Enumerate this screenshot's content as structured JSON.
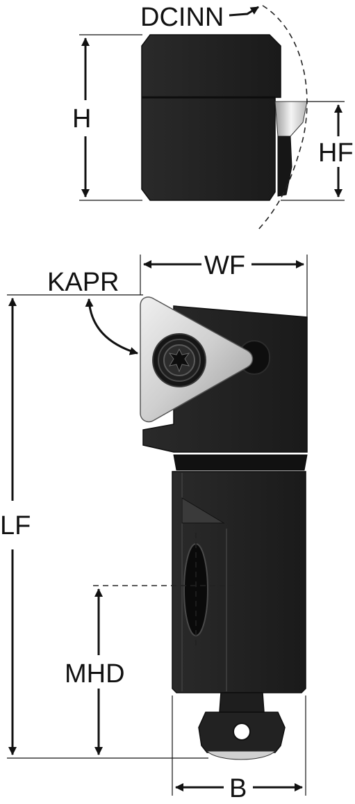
{
  "labels": {
    "dcinn": "DCINN",
    "h": "H",
    "hf": "HF",
    "wf": "WF",
    "kapr": "KAPR",
    "lf": "LF",
    "mhd": "MHD",
    "b": "B"
  },
  "colors": {
    "body_dark": "#1f1f1f",
    "body_shadow": "#141414",
    "insert_light": "#d9d9d9",
    "dimension": "#111111"
  },
  "icons": {
    "screw": "torx-screw-icon"
  }
}
